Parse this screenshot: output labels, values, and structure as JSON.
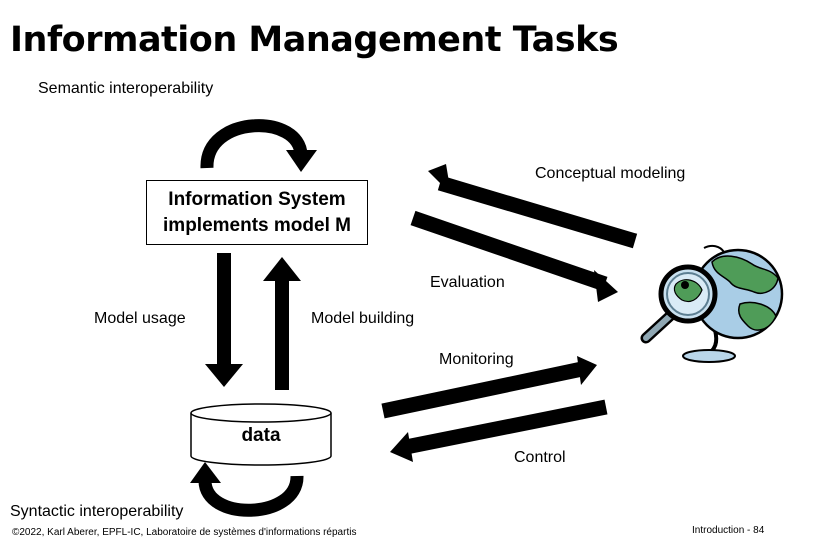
{
  "slide": {
    "title": "Information Management Tasks"
  },
  "labels": {
    "semantic_interoperability": "Semantic interoperability",
    "syntactic_interoperability": "Syntactic interoperability",
    "conceptual_modeling": "Conceptual modeling",
    "evaluation": "Evaluation",
    "model_usage": "Model usage",
    "model_building": "Model building",
    "monitoring": "Monitoring",
    "control": "Control"
  },
  "boxes": {
    "information_system_line1": "Information System",
    "information_system_line2": "implements model M",
    "data": "data"
  },
  "footer": {
    "copyright": "©2022, Karl Aberer, EPFL-IC, Laboratoire de systèmes d'informations répartis",
    "page": "Introduction - 84"
  },
  "icons": {
    "observer": "globe-with-magnifier-icon"
  },
  "colors": {
    "arrow": "#000000",
    "globe_water": "#a9cde6",
    "globe_land": "#4f9c58"
  }
}
